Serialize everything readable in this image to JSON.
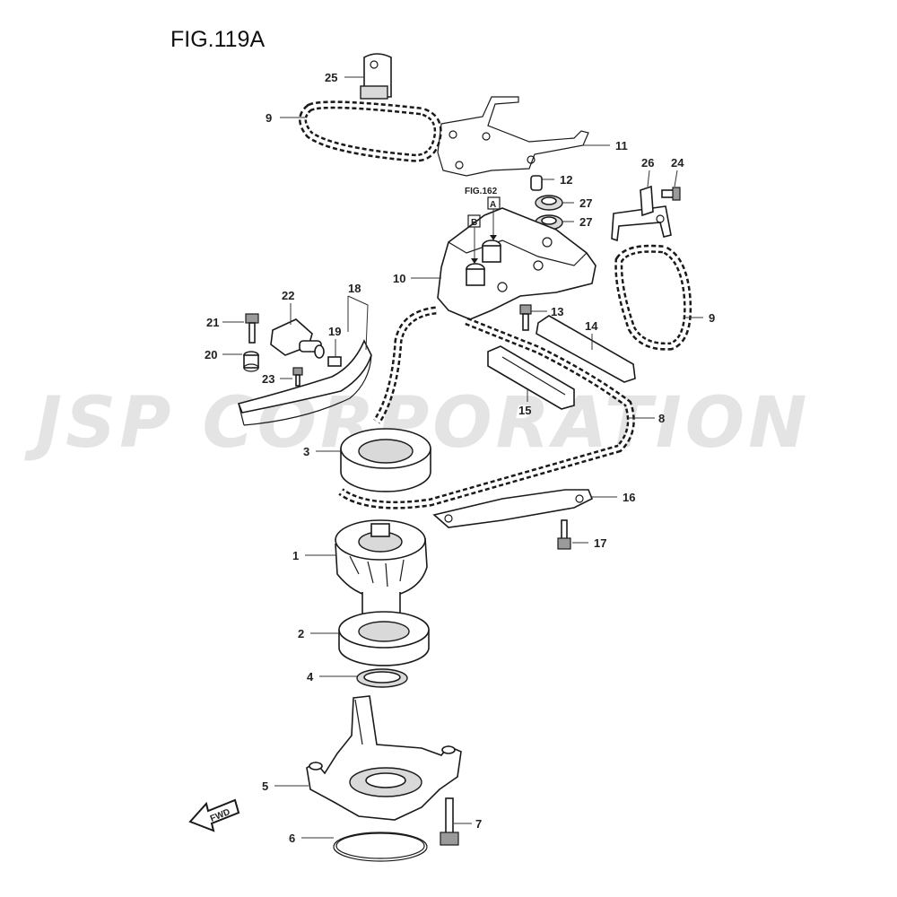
{
  "figure": {
    "title": "FIG.119A",
    "watermark": "JSP CORPORATION",
    "reference_figure": "FIG.162",
    "reference_boxes": [
      "A",
      "B"
    ],
    "direction_label": "FWD"
  },
  "callouts": [
    "1",
    "2",
    "3",
    "4",
    "5",
    "6",
    "7",
    "8",
    "9",
    "9",
    "10",
    "11",
    "12",
    "13",
    "14",
    "15",
    "16",
    "17",
    "18",
    "19",
    "20",
    "21",
    "22",
    "23",
    "24",
    "25",
    "26",
    "27",
    "27"
  ],
  "colors": {
    "line": "#1a1a1a",
    "watermark": "#e4e4e4",
    "background": "#ffffff"
  }
}
